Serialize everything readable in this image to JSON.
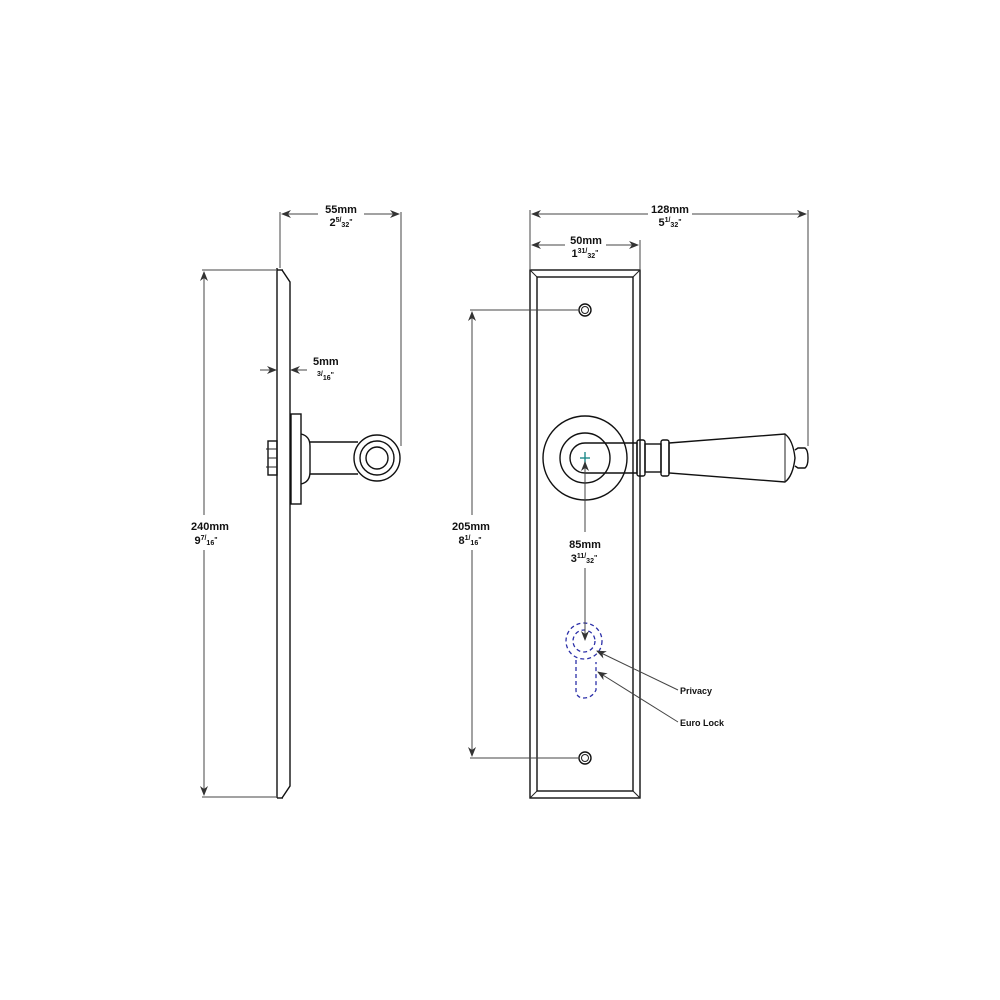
{
  "drawing": {
    "side_view": {
      "projection_dimension": {
        "metric": "55mm",
        "imperial_whole": "2",
        "imperial_num": "5",
        "imperial_den": "32",
        "imperial_unit": "\""
      },
      "thickness_dimension": {
        "metric": "5mm",
        "imperial_whole": "",
        "imperial_num": "3",
        "imperial_den": "16",
        "imperial_unit": "\""
      },
      "height_dimension": {
        "metric": "240mm",
        "imperial_whole": "9",
        "imperial_num": "7",
        "imperial_den": "16",
        "imperial_unit": "\""
      }
    },
    "front_view": {
      "overall_width_dimension": {
        "metric": "128mm",
        "imperial_whole": "5",
        "imperial_num": "1",
        "imperial_den": "32",
        "imperial_unit": "\""
      },
      "plate_width_dimension": {
        "metric": "50mm",
        "imperial_whole": "1",
        "imperial_num": "31",
        "imperial_den": "32",
        "imperial_unit": "\""
      },
      "fixing_centres_dimension": {
        "metric": "205mm",
        "imperial_whole": "8",
        "imperial_num": "1",
        "imperial_den": "16",
        "imperial_unit": "\""
      },
      "lock_centre_dimension": {
        "metric": "85mm",
        "imperial_whole": "3",
        "imperial_num": "11",
        "imperial_den": "32",
        "imperial_unit": "\""
      },
      "callouts": [
        {
          "label": "Privacy"
        },
        {
          "label": "Euro Lock"
        }
      ]
    },
    "colors": {
      "line": "#111111",
      "keyhole_dashed": "#2b2fa8",
      "centre_mark": "#1e8a8a",
      "background": "#ffffff"
    }
  }
}
